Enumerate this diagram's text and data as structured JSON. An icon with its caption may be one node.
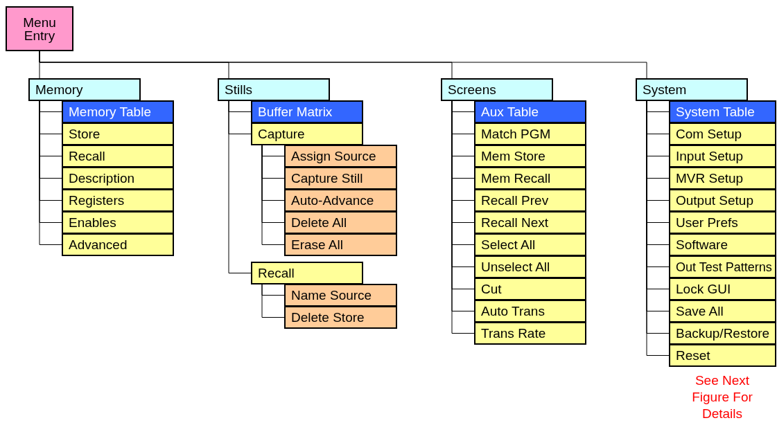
{
  "diagram": {
    "nodes": [
      {
        "text": [
          "Menu Entry"
        ]
      },
      {
        "text": [
          "Memory"
        ]
      },
      {
        "text": [
          "Memory Table"
        ]
      },
      {
        "text": [
          "Store"
        ]
      },
      {
        "text": [
          "Recall"
        ]
      },
      {
        "text": [
          "Description"
        ]
      },
      {
        "text": [
          "Registers"
        ]
      },
      {
        "text": [
          "Enables"
        ]
      },
      {
        "text": [
          "Advanced"
        ]
      },
      {
        "text": [
          "Stills"
        ]
      },
      {
        "text": [
          "Buffer Matrix"
        ]
      },
      {
        "text": [
          "Capture"
        ]
      },
      {
        "text": [
          "Assign Source"
        ]
      },
      {
        "text": [
          "Capture Still"
        ]
      },
      {
        "text": [
          "Auto-Advance"
        ]
      },
      {
        "text": [
          "Delete All"
        ]
      },
      {
        "text": [
          "Erase All"
        ]
      },
      {
        "text": [
          "Recall"
        ]
      },
      {
        "text": [
          "Name Source"
        ]
      },
      {
        "text": [
          "Delete Store"
        ]
      },
      {
        "text": [
          "Screens"
        ]
      },
      {
        "text": [
          "Aux Table"
        ]
      },
      {
        "text": [
          "Match PGM"
        ]
      },
      {
        "text": [
          "Mem Store"
        ]
      },
      {
        "text": [
          "Mem Recall"
        ]
      },
      {
        "text": [
          "Recall Prev"
        ]
      },
      {
        "text": [
          "Recall Next"
        ]
      },
      {
        "text": [
          "Select All"
        ]
      },
      {
        "text": [
          "Unselect All"
        ]
      },
      {
        "text": [
          "Cut"
        ]
      },
      {
        "text": [
          "Auto Trans"
        ]
      },
      {
        "text": [
          "Trans Rate"
        ]
      },
      {
        "text": [
          "System"
        ]
      },
      {
        "text": [
          "System Table"
        ]
      },
      {
        "text": [
          "Com Setup"
        ]
      },
      {
        "text": [
          "Input Setup"
        ]
      },
      {
        "text": [
          "MVR Setup"
        ]
      },
      {
        "text": [
          "Output Setup"
        ]
      },
      {
        "text": [
          "User Prefs"
        ]
      },
      {
        "text": [
          "Software"
        ]
      },
      {
        "text": [
          "Out Test Patterns"
        ]
      },
      {
        "text": [
          "Lock GUI"
        ]
      },
      {
        "text": [
          "Save All"
        ]
      },
      {
        "text": [
          "Backup/Restore"
        ]
      },
      {
        "text": [
          "Reset"
        ]
      }
    ],
    "edges": [
      {
        "from": 0,
        "to": 1,
        "arrow": "none"
      },
      {
        "from": 0,
        "to": 9,
        "arrow": "none"
      },
      {
        "from": 0,
        "to": 20,
        "arrow": "none"
      },
      {
        "from": 0,
        "to": 32,
        "arrow": "none"
      },
      {
        "from": 1,
        "to": 2,
        "arrow": "none"
      },
      {
        "from": 1,
        "to": 3,
        "arrow": "none"
      },
      {
        "from": 1,
        "to": 4,
        "arrow": "none"
      },
      {
        "from": 1,
        "to": 5,
        "arrow": "none"
      },
      {
        "from": 1,
        "to": 6,
        "arrow": "none"
      },
      {
        "from": 1,
        "to": 7,
        "arrow": "none"
      },
      {
        "from": 1,
        "to": 8,
        "arrow": "none"
      },
      {
        "from": 9,
        "to": 10,
        "arrow": "none"
      },
      {
        "from": 9,
        "to": 11,
        "arrow": "none"
      },
      {
        "from": 11,
        "to": 12,
        "arrow": "none"
      },
      {
        "from": 11,
        "to": 13,
        "arrow": "none"
      },
      {
        "from": 11,
        "to": 14,
        "arrow": "none"
      },
      {
        "from": 11,
        "to": 15,
        "arrow": "none"
      },
      {
        "from": 11,
        "to": 16,
        "arrow": "none"
      },
      {
        "from": 9,
        "to": 17,
        "arrow": "none"
      },
      {
        "from": 17,
        "to": 18,
        "arrow": "none"
      },
      {
        "from": 17,
        "to": 19,
        "arrow": "none"
      },
      {
        "from": 20,
        "to": 21,
        "arrow": "none"
      },
      {
        "from": 20,
        "to": 22,
        "arrow": "none"
      },
      {
        "from": 20,
        "to": 23,
        "arrow": "none"
      },
      {
        "from": 20,
        "to": 24,
        "arrow": "none"
      },
      {
        "from": 20,
        "to": 25,
        "arrow": "none"
      },
      {
        "from": 20,
        "to": 26,
        "arrow": "none"
      },
      {
        "from": 20,
        "to": 27,
        "arrow": "none"
      },
      {
        "from": 20,
        "to": 28,
        "arrow": "none"
      },
      {
        "from": 20,
        "to": 29,
        "arrow": "none"
      },
      {
        "from": 20,
        "to": 30,
        "arrow": "none"
      },
      {
        "from": 20,
        "to": 31,
        "arrow": "none"
      },
      {
        "from": 32,
        "to": 33,
        "arrow": "none"
      },
      {
        "from": 32,
        "to": 34,
        "arrow": "none"
      },
      {
        "from": 32,
        "to": 35,
        "arrow": "none"
      },
      {
        "from": 32,
        "to": 36,
        "arrow": "none"
      },
      {
        "from": 32,
        "to": 37,
        "arrow": "none"
      },
      {
        "from": 32,
        "to": 38,
        "arrow": "none"
      },
      {
        "from": 32,
        "to": 39,
        "arrow": "none"
      },
      {
        "from": 32,
        "to": 40,
        "arrow": "none"
      },
      {
        "from": 32,
        "to": 41,
        "arrow": "none"
      },
      {
        "from": 32,
        "to": 42,
        "arrow": "none"
      },
      {
        "from": 32,
        "to": 43,
        "arrow": "none"
      },
      {
        "from": 32,
        "to": 44,
        "arrow": "none"
      }
    ],
    "labels": [
      "See Next Figure For Details"
    ]
  }
}
